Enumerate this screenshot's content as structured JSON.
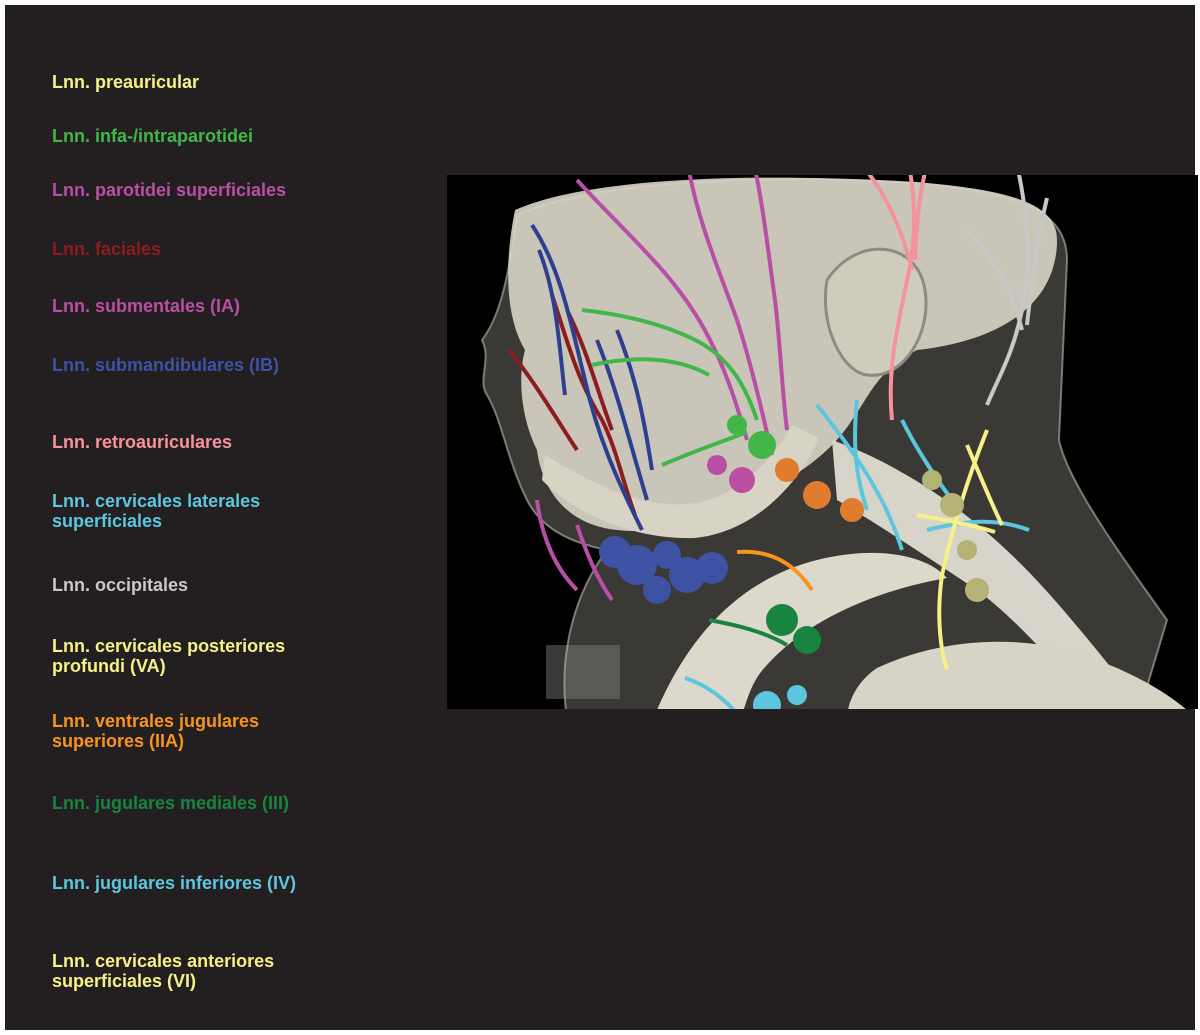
{
  "legend": {
    "items": [
      {
        "id": "preauricular",
        "text": "Lnn. preauricular",
        "color": "#f6f087"
      },
      {
        "id": "infa-intraparotidei",
        "text": "Lnn. infa-/intraparotidei",
        "color": "#43b649"
      },
      {
        "id": "parotidei-superficiales",
        "text": "Lnn. parotidei superficiales",
        "color": "#b94fa4"
      },
      {
        "id": "faciales",
        "text": "Lnn. faciales",
        "color": "#8b1c1f"
      },
      {
        "id": "submentales",
        "text": "Lnn. submentales (IA)",
        "color": "#b94fa4"
      },
      {
        "id": "submandibulares",
        "text": "Lnn. submandibulares (IB)",
        "color": "#3d52a3"
      },
      {
        "id": "retroauriculares",
        "text": "Lnn. retroauriculares",
        "color": "#f5939c"
      },
      {
        "id": "cervicales-laterales-superficiales",
        "text": "Lnn. cervicales laterales superficiales",
        "color": "#5bc6de"
      },
      {
        "id": "occipitales",
        "text": "Lnn. occipitales",
        "color": "#c8c8c8"
      },
      {
        "id": "cervicales-posteriores-profundi",
        "text": "Lnn. cervicales posteriores profundi (VA)",
        "color": "#f6f087"
      },
      {
        "id": "ventrales-jugulares-superiores",
        "text": "Lnn. ventrales jugulares superiores (IIA)",
        "color": "#f7941d"
      },
      {
        "id": "jugulares-mediales",
        "text": "Lnn. jugulares mediales (III)",
        "color": "#18843f"
      },
      {
        "id": "jugulares-inferiores",
        "text": "Lnn. jugulares inferiores (IV)",
        "color": "#5bc6de"
      },
      {
        "id": "cervicales-anteriores-superficiales",
        "text": "Lnn. cervicales anteriores superficiales (VI)",
        "color": "#f6f087"
      }
    ]
  },
  "colors": {
    "background": "#231f20",
    "scene_background": "#000000",
    "bone": "#d9d6c8",
    "skin": "#8a877f"
  }
}
